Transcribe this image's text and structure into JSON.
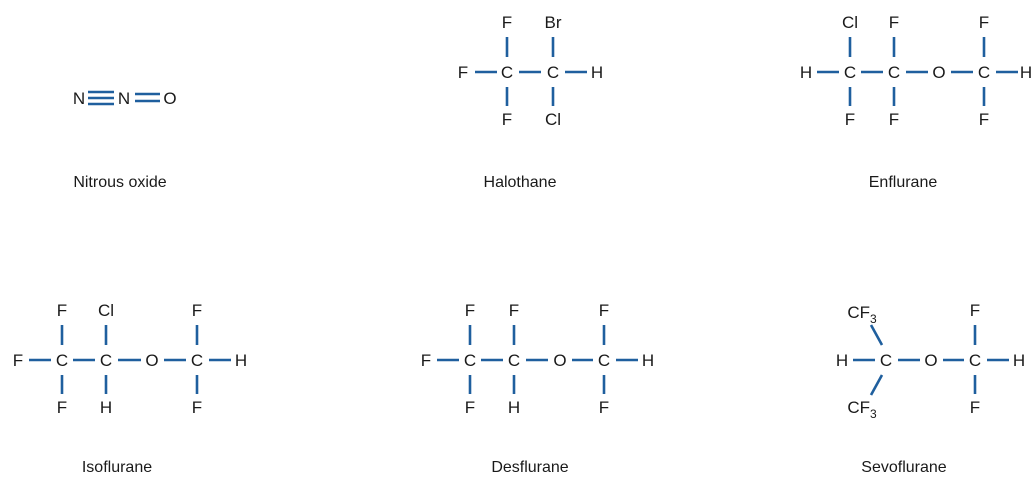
{
  "molecules": {
    "nitrous_oxide": {
      "name": "Nitrous oxide",
      "atoms": {
        "n1": "N",
        "n2": "N",
        "o": "O"
      }
    },
    "halothane": {
      "name": "Halothane",
      "atoms": {
        "f_left": "F",
        "c1": "C",
        "c2": "C",
        "h_right": "H",
        "f_top": "F",
        "br_top": "Br",
        "f_bottom": "F",
        "cl_bottom": "Cl"
      }
    },
    "enflurane": {
      "name": "Enflurane",
      "atoms": {
        "h_left": "H",
        "c1": "C",
        "c2": "C",
        "o": "O",
        "c3": "C",
        "h_right": "H",
        "cl_top": "Cl",
        "f_top2": "F",
        "f_top3": "F",
        "f_bottom1": "F",
        "f_bottom2": "F",
        "f_bottom3": "F"
      }
    },
    "isoflurane": {
      "name": "Isoflurane",
      "atoms": {
        "f_left": "F",
        "c1": "C",
        "c2": "C",
        "o": "O",
        "c3": "C",
        "h_right": "H",
        "f_top1": "F",
        "cl_top": "Cl",
        "f_top3": "F",
        "f_bottom1": "F",
        "h_bottom": "H",
        "f_bottom3": "F"
      }
    },
    "desflurane": {
      "name": "Desflurane",
      "atoms": {
        "f_left": "F",
        "c1": "C",
        "c2": "C",
        "o": "O",
        "c3": "C",
        "h_right": "H",
        "f_top1": "F",
        "f_top2": "F",
        "f_top3": "F",
        "f_bottom1": "F",
        "h_bottom": "H",
        "f_bottom3": "F"
      }
    },
    "sevoflurane": {
      "name": "Sevoflurane",
      "atoms": {
        "h_left": "H",
        "c1": "C",
        "o": "O",
        "c2": "C",
        "h_right": "H",
        "f_top": "F",
        "f_bottom": "F",
        "cf3_top": "CF",
        "cf3_bottom": "CF",
        "subscript": "3"
      }
    }
  }
}
